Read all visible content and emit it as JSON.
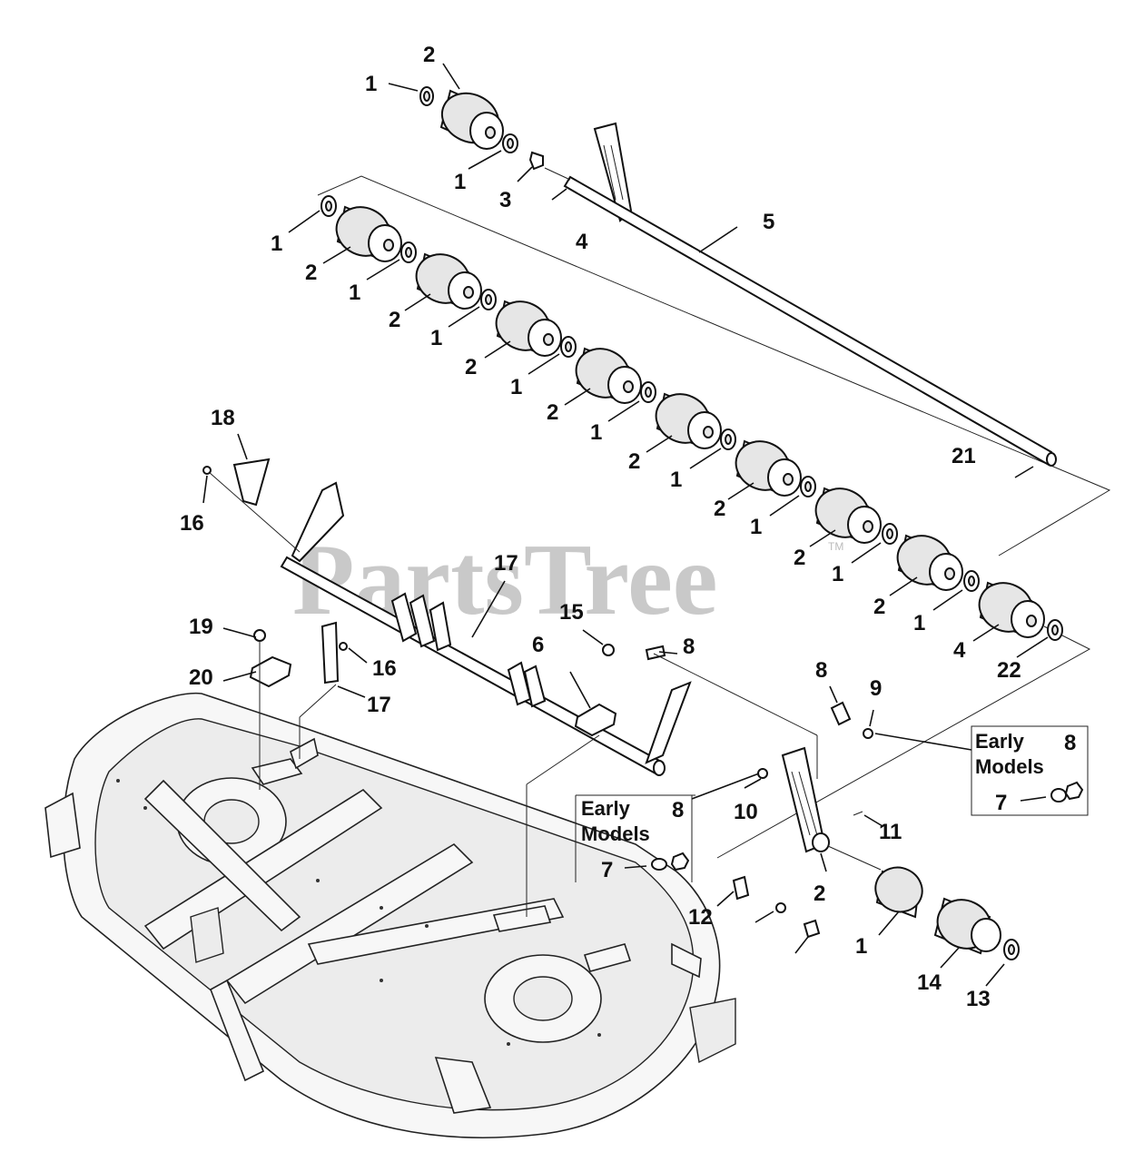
{
  "watermark": {
    "text": "PartsTree",
    "trademark": "TM"
  },
  "callouts": [
    {
      "id": "c2a",
      "text": "2"
    },
    {
      "id": "c1a",
      "text": "1"
    },
    {
      "id": "c1b",
      "text": "1"
    },
    {
      "id": "c3",
      "text": "3"
    },
    {
      "id": "c4a",
      "text": "4"
    },
    {
      "id": "c5",
      "text": "5"
    },
    {
      "id": "r1_1",
      "text": "1"
    },
    {
      "id": "r2_1",
      "text": "2"
    },
    {
      "id": "r1_2",
      "text": "1"
    },
    {
      "id": "r2_2",
      "text": "2"
    },
    {
      "id": "r1_3",
      "text": "1"
    },
    {
      "id": "r2_3",
      "text": "2"
    },
    {
      "id": "r1_4",
      "text": "1"
    },
    {
      "id": "r2_4",
      "text": "2"
    },
    {
      "id": "r1_5",
      "text": "1"
    },
    {
      "id": "r2_5",
      "text": "2"
    },
    {
      "id": "r1_6",
      "text": "1"
    },
    {
      "id": "r2_6",
      "text": "2"
    },
    {
      "id": "r1_7",
      "text": "1"
    },
    {
      "id": "r2_7",
      "text": "2"
    },
    {
      "id": "r1_8",
      "text": "1"
    },
    {
      "id": "r2_8",
      "text": "2"
    },
    {
      "id": "r1_9",
      "text": "1"
    },
    {
      "id": "c4b",
      "text": "4"
    },
    {
      "id": "c22",
      "text": "22"
    },
    {
      "id": "c21",
      "text": "21"
    },
    {
      "id": "c18",
      "text": "18"
    },
    {
      "id": "c16a",
      "text": "16"
    },
    {
      "id": "c17a",
      "text": "17"
    },
    {
      "id": "c19",
      "text": "19"
    },
    {
      "id": "c20",
      "text": "20"
    },
    {
      "id": "c16b",
      "text": "16"
    },
    {
      "id": "c17b",
      "text": "17"
    },
    {
      "id": "c15",
      "text": "15"
    },
    {
      "id": "c6",
      "text": "6"
    },
    {
      "id": "c8a",
      "text": "8"
    },
    {
      "id": "c8b",
      "text": "8"
    },
    {
      "id": "c9",
      "text": "9"
    },
    {
      "id": "c10",
      "text": "10"
    },
    {
      "id": "c11",
      "text": "11"
    },
    {
      "id": "c2b",
      "text": "2"
    },
    {
      "id": "c1c",
      "text": "1"
    },
    {
      "id": "c14",
      "text": "14"
    },
    {
      "id": "c13",
      "text": "13"
    },
    {
      "id": "c12",
      "text": "12"
    }
  ],
  "early_models_boxes": [
    {
      "id": "left",
      "line1": "Early",
      "line2": "Models",
      "part_a": "8",
      "part_b": "7"
    },
    {
      "id": "right",
      "line1": "Early",
      "line2": "Models",
      "part_a": "8",
      "part_b": "7"
    }
  ]
}
